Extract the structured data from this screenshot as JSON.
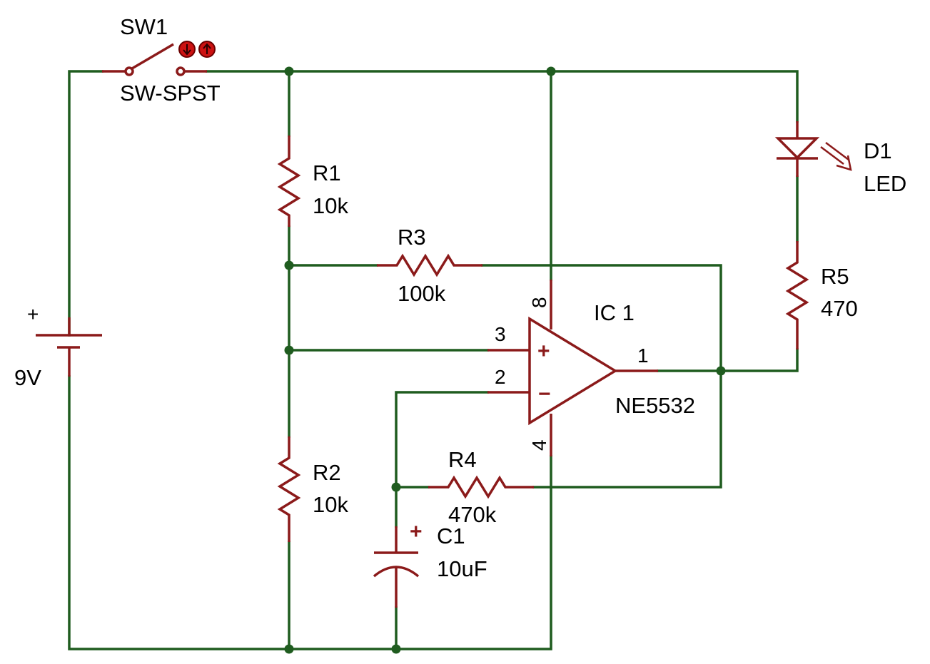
{
  "colors": {
    "wire": "#1f5c1f",
    "component": "#8b1a1a",
    "fill": "#c8c4a4",
    "control_button": "#cc1111"
  },
  "components": {
    "switch": {
      "ref": "SW1",
      "type": "SW-SPST"
    },
    "battery": {
      "plus": "+",
      "value": "9V"
    },
    "r1": {
      "ref": "R1",
      "value": "10k"
    },
    "r2": {
      "ref": "R2",
      "value": "10k"
    },
    "r3": {
      "ref": "R3",
      "value": "100k"
    },
    "r4": {
      "ref": "R4",
      "value": "470k"
    },
    "r5": {
      "ref": "R5",
      "value": "470"
    },
    "c1": {
      "ref": "C1",
      "value": "10uF",
      "plus": "+"
    },
    "d1": {
      "ref": "D1",
      "value": "LED"
    },
    "ic1": {
      "ref": "IC 1",
      "part": "NE5532",
      "plus_sign": "+",
      "minus_sign": "−",
      "pins": {
        "p8": "8",
        "p3": "3",
        "p2": "2",
        "p1": "1",
        "p4": "4"
      }
    }
  },
  "icons": {
    "switch_buttons": [
      "arrow-down-icon",
      "arrow-up-icon"
    ]
  }
}
